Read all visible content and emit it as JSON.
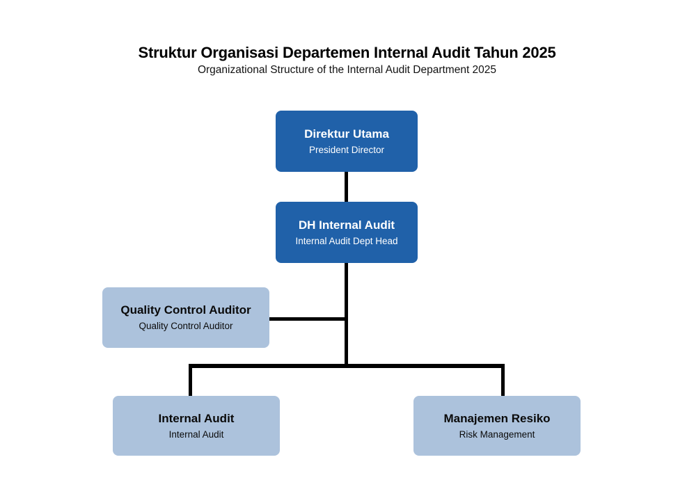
{
  "title": {
    "main": "Struktur Organisasi Departemen Internal Audit Tahun 2025",
    "sub": "Organizational Structure of the Internal Audit Department 2025"
  },
  "colors": {
    "primary_blue": "#2061A9",
    "light_blue": "#ACC2DC",
    "line_black": "#000000"
  },
  "nodes": [
    {
      "id": "direktur-utama",
      "title": "Direktur Utama",
      "subtitle": "President Director",
      "variant": "primary"
    },
    {
      "id": "dh-internal-audit",
      "title": "DH Internal Audit",
      "subtitle": "Internal Audit Dept Head",
      "variant": "primary"
    },
    {
      "id": "quality-control-auditor",
      "title": "Quality Control Auditor",
      "subtitle": "Quality Control Auditor",
      "variant": "secondary"
    },
    {
      "id": "internal-audit",
      "title": "Internal Audit",
      "subtitle": "Internal Audit",
      "variant": "secondary"
    },
    {
      "id": "manajemen-resiko",
      "title": "Manajemen Resiko",
      "subtitle": "Risk Management",
      "variant": "secondary"
    }
  ]
}
